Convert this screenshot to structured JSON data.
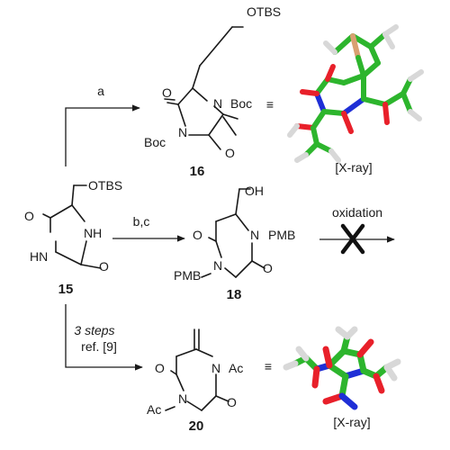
{
  "compounds": {
    "c15": {
      "number": "15",
      "substituent": "OTBS",
      "n_top": "NH",
      "n_bottom": "HN",
      "o_left": "O",
      "o_right": "O"
    },
    "c16": {
      "number": "16",
      "substituent": "OTBS",
      "n_right": "N",
      "n_left": "N",
      "pg_right": "Boc",
      "pg_left": "Boc",
      "o_left": "O",
      "o_right": "O",
      "equiv": "≡",
      "xray": "[X-ray]"
    },
    "c18": {
      "number": "18",
      "substituent": "OH",
      "n_right": "N",
      "n_left": "N",
      "pg_right": "PMB",
      "pg_left": "PMB",
      "o_left": "O",
      "o_right": "O"
    },
    "c20": {
      "number": "20",
      "n_right": "N",
      "n_left": "N",
      "pg_right": "Ac",
      "pg_left": "Ac",
      "o_left": "O",
      "o_right": "O",
      "equiv": "≡",
      "xray": "[X-ray]"
    }
  },
  "conditions": {
    "a": "a",
    "bc": "b,c",
    "oxidation": "oxidation",
    "three_steps": "3 steps",
    "ref": "ref. [9]"
  },
  "colors": {
    "carbon": "#2db52d",
    "oxygen": "#e8202a",
    "nitrogen": "#1f2fd6",
    "hydrogen": "#d8d8d8",
    "silicon": "#d9a071",
    "cross": "#111111"
  }
}
